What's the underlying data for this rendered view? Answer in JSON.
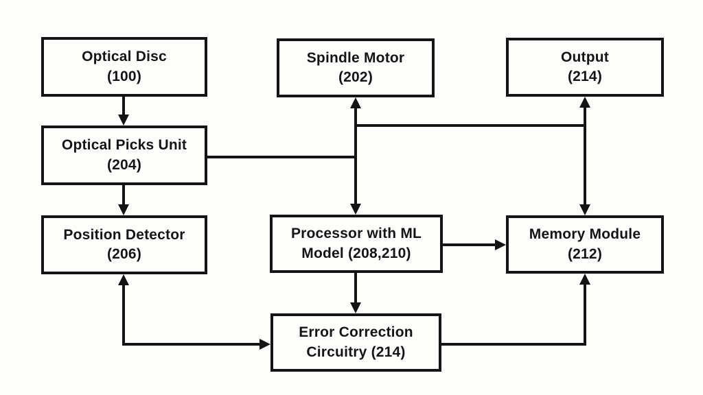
{
  "figure": {
    "colors": {
      "background": "#fdfdfb",
      "ink": "#141414"
    },
    "nodes": {
      "optical_disc": {
        "line1": "Optical Disc",
        "line2": "(100)"
      },
      "spindle_motor": {
        "line1": "Spindle Motor",
        "line2": "(202)"
      },
      "output": {
        "line1": "Output",
        "line2": "(214)"
      },
      "optical_picks_unit": {
        "line1": "Optical Picks Unit",
        "line2": "(204)"
      },
      "position_detector": {
        "line1": "Position Detector",
        "line2": "(206)"
      },
      "processor_ml": {
        "line1": "Processor with ML",
        "line2": "Model (208,210)"
      },
      "memory_module": {
        "line1": "Memory Module",
        "line2": "(212)"
      },
      "error_correction": {
        "line1": "Error Correction",
        "line2": "Circuitry (214)"
      }
    },
    "connections": [
      {
        "from": "optical_disc",
        "to": "optical_picks_unit",
        "arrowheads": "to"
      },
      {
        "from": "optical_picks_unit",
        "to": "position_detector",
        "arrowheads": "to"
      },
      {
        "from": "optical_picks_unit",
        "to": "spindle_motor",
        "arrowheads": "to",
        "via": "center-trunk"
      },
      {
        "from": "optical_picks_unit",
        "to": "processor_ml",
        "arrowheads": "to",
        "via": "center-trunk"
      },
      {
        "from": "center-trunk",
        "to": "output",
        "arrowheads": "to",
        "via": "right-trunk"
      },
      {
        "from": "center-trunk",
        "to": "memory_module",
        "arrowheads": "to",
        "via": "right-trunk"
      },
      {
        "from": "processor_ml",
        "to": "memory_module",
        "arrowheads": "to"
      },
      {
        "from": "processor_ml",
        "to": "error_correction",
        "arrowheads": "to"
      },
      {
        "from": "position_detector",
        "to": "error_correction",
        "arrowheads": "both"
      },
      {
        "from": "error_correction",
        "to": "memory_module",
        "arrowheads": "to"
      }
    ]
  }
}
